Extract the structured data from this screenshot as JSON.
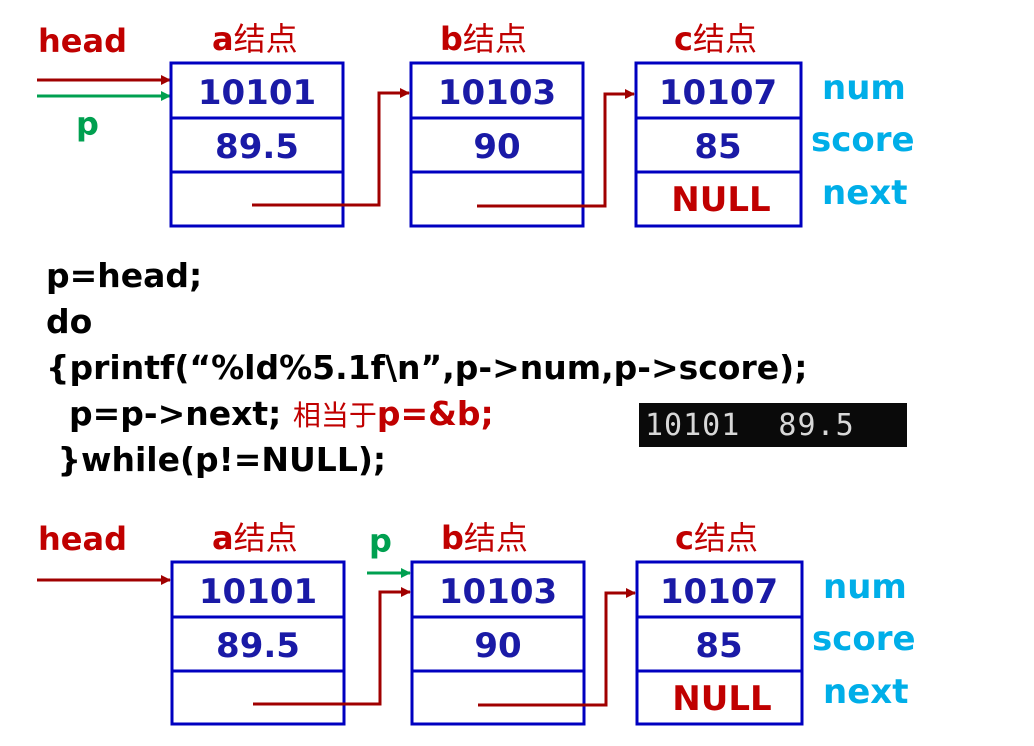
{
  "top": {
    "head_label": "head",
    "p_label": "p",
    "nodes": [
      {
        "title_letter": "a",
        "title_suffix": "结点",
        "num": "10101",
        "score": "89.5",
        "next": ""
      },
      {
        "title_letter": "b",
        "title_suffix": "结点",
        "num": "10103",
        "score": "90",
        "next": ""
      },
      {
        "title_letter": "c",
        "title_suffix": "结点",
        "num": "10107",
        "score": "85",
        "next": "NULL"
      }
    ],
    "field_labels": [
      "num",
      "score",
      "next"
    ]
  },
  "code": {
    "line1": "p=head;",
    "line2": "do",
    "line3": "{printf(“%ld%5.1f\\n”,p->num,p->score);",
    "line4": "  p=p->next; ",
    "line4_note": "相当于",
    "line4_note_code": "p=&b;",
    "line5": " }while(p!=NULL);"
  },
  "console_output": "10101  89.5",
  "bottom": {
    "head_label": "head",
    "p_label": "p",
    "nodes": [
      {
        "title_letter": "a",
        "title_suffix": "结点",
        "num": "10101",
        "score": "89.5",
        "next": ""
      },
      {
        "title_letter": "b",
        "title_suffix": "结点",
        "num": "10103",
        "score": "90",
        "next": ""
      },
      {
        "title_letter": "c",
        "title_suffix": "结点",
        "num": "10107",
        "score": "85",
        "next": "NULL"
      }
    ],
    "field_labels": [
      "num",
      "score",
      "next"
    ]
  },
  "colors": {
    "box": "#0000c0",
    "value": "#1a1aa6",
    "red": "#c00000",
    "arrow_red": "#a00000",
    "green": "#00a050",
    "cyan": "#00aee8"
  }
}
